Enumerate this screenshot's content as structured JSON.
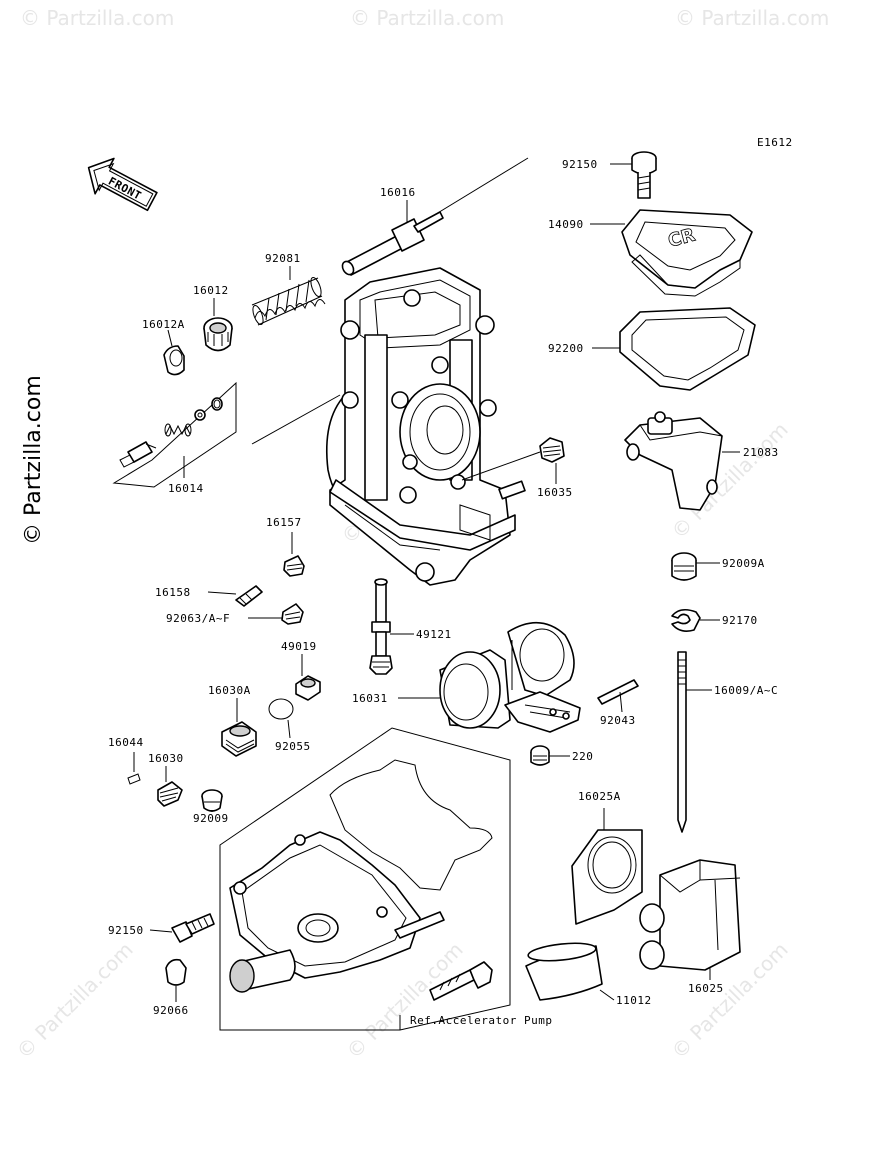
{
  "diagram": {
    "code": "E1612",
    "front_label": "FRONT",
    "ref_note": "Ref.Accelerator Pump",
    "watermark": "© Partzilla.com",
    "part_labels": {
      "p92150_top": "92150",
      "p16016": "16016",
      "p14090": "14090",
      "p92081": "92081",
      "p16012": "16012",
      "p16012A": "16012A",
      "p92200": "92200",
      "p21083": "21083",
      "p16035": "16035",
      "p16014": "16014",
      "p16157": "16157",
      "p92009A": "92009A",
      "p16158": "16158",
      "p92170": "92170",
      "p92063": "92063/A~F",
      "p49121": "49121",
      "p49019": "49019",
      "p16009": "16009/A~C",
      "p16031": "16031",
      "p92043": "92043",
      "p16030A": "16030A",
      "p92055": "92055",
      "p16044": "16044",
      "p220": "220",
      "p16030": "16030",
      "p92009": "92009",
      "p16025A": "16025A",
      "p92150_bot": "92150",
      "p92066": "92066",
      "p11012": "11012",
      "p16025": "16025"
    }
  }
}
